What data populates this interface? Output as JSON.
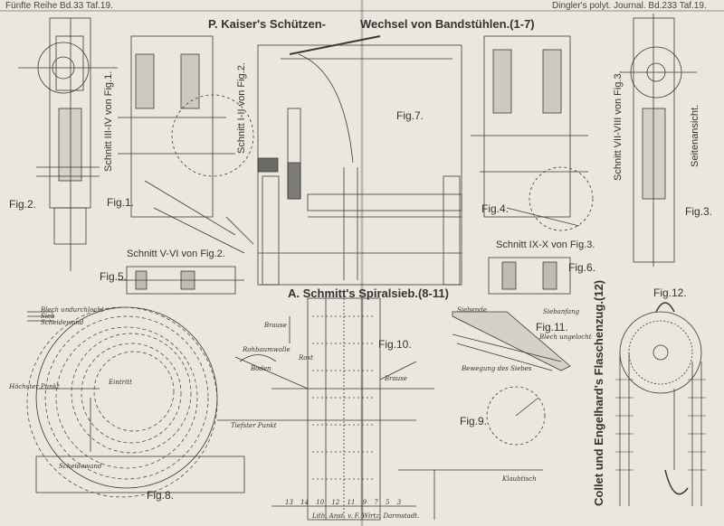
{
  "header": {
    "left": "Fünfte Reihe Bd.33 Taf.19.",
    "right": "Dingler's polyt. Journal. Bd.233 Taf.19."
  },
  "titles": {
    "kaiser_left": "P. Kaiser's Schützen-",
    "kaiser_right": "Wechsel von Bandstühlen.(1-7)",
    "schmitt": "A. Schmitt's Spiralsieb.(8-11)",
    "collet": "Collet und Engelhard's Flaschenzug.(12)"
  },
  "section_labels": {
    "s3_4": "Schnitt III-IV von Fig.1.",
    "s1_2": "Schnitt I-II von Fig.2.",
    "s5_6": "Schnitt V-VI von Fig.2.",
    "s9_10": "Schnitt IX-X von Fig.3.",
    "s7_8": "Schnitt VII-VIII von Fig.3.",
    "seitenansicht": "Seitenansicht."
  },
  "figures": {
    "f1": "Fig.1.",
    "f2": "Fig.2.",
    "f3": "Fig.3.",
    "f4": "Fig.4.",
    "f5": "Fig.5.",
    "f6": "Fig.6.",
    "f7": "Fig.7.",
    "f8": "Fig.8.",
    "f9": "Fig.9.",
    "f10": "Fig.10.",
    "f11": "Fig.11.",
    "f12": "Fig.12."
  },
  "annotations": {
    "blech_undurchl": "Blech undurchlocht",
    "sieb": "Sieb",
    "scheidewand": "Scheidewand",
    "tiefster_punkt": "Tiefster Punkt",
    "hochster_punkt": "Höchster Punkt",
    "eintritt": "Eintritt",
    "scheidewand2": "Scheidewand",
    "brause": "Brause",
    "brause2": "Brause",
    "rohbaumwolle": "Rohbaumwolle",
    "boden": "Boden",
    "rost": "Rost",
    "siebende": "Siebende",
    "siebanfang": "Siebanfang",
    "blech_ungelocht": "Blech ungelocht",
    "bewegung": "Bewegung des Siebes",
    "klaubtisch": "Klaubtisch",
    "numbers_bottom": "13 14 10 12 11 9 7 5 3",
    "imprint": "Lith. Anst. v. F. Wirtz, Darmstadt."
  }
}
